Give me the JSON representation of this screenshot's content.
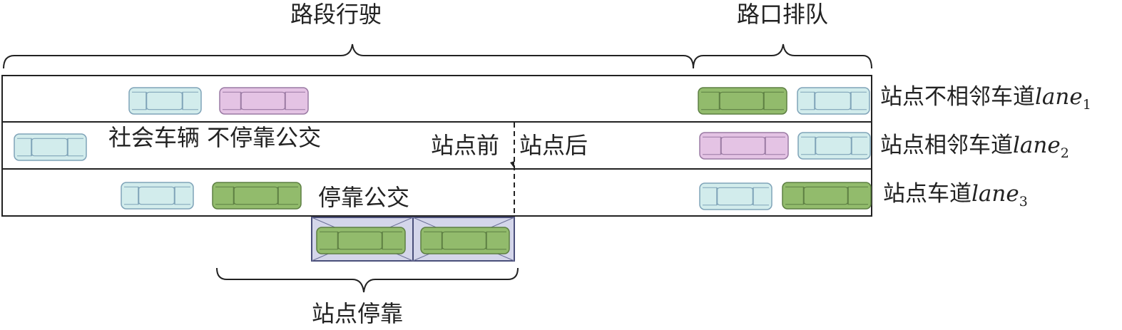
{
  "brackets": {
    "segment": "路段行驶",
    "queue": "路口排队",
    "stop": "站点停靠"
  },
  "lanes": [
    {
      "name": "站点不相邻车道",
      "id_text": "lane",
      "sub": "1"
    },
    {
      "name": "站点相邻车道",
      "id_text": "lane",
      "sub": "2"
    },
    {
      "name": "站点车道",
      "id_text": "lane",
      "sub": "3"
    }
  ],
  "annotations": {
    "social_vehicles": "社会车辆 不停靠公交",
    "before_stop": "站点前",
    "after_stop": "站点后",
    "stopping_bus": "停靠公交"
  },
  "colors": {
    "car": "#d2ecec",
    "car_stroke": "#7fa3b8",
    "nonstop_bus": "#e4c3e4",
    "nonstop_bus_stroke": "#9a7aa3",
    "stop_bus": "#92bb6c",
    "stop_bus_stroke": "#5d7f43",
    "bay": "#d4d6ea",
    "bay_stroke": "#4a4f7a",
    "line": "#222222"
  }
}
